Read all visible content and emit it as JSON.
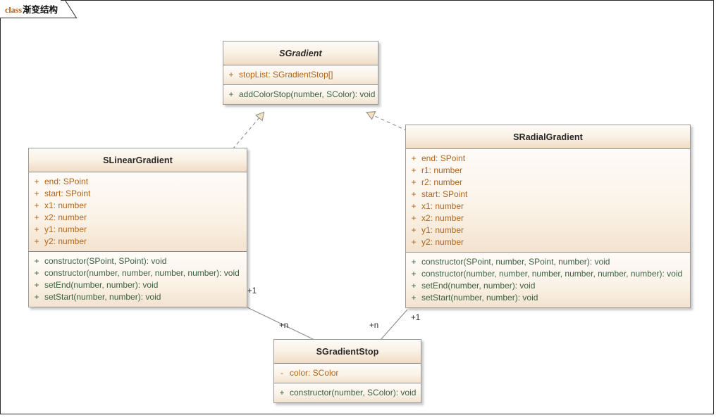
{
  "diagram": {
    "tab_keyword": "class",
    "tab_name": "渐变结构",
    "canvas_bg": "#ffffff",
    "frame_border_color": "#2b2b2b",
    "class_fill": "#fbf3e8",
    "class_header_fill": "#f0dcc4",
    "class_border_color": "#9a9a9a",
    "attribute_text_color": "#b0651a",
    "operation_text_color": "#3b6142",
    "connector_color": "#8c8c8c"
  },
  "classes": {
    "sgradient": {
      "name": "SGradient",
      "stereotype": "abstract",
      "attributes": [
        {
          "visibility": "+",
          "signature": "stopList: SGradientStop[]"
        }
      ],
      "operations": [
        {
          "visibility": "+",
          "signature": "addColorStop(number, SColor): void"
        }
      ]
    },
    "slineargradient": {
      "name": "SLinearGradient",
      "stereotype": "concrete",
      "attributes": [
        {
          "visibility": "+",
          "signature": "end: SPoint"
        },
        {
          "visibility": "+",
          "signature": "start: SPoint"
        },
        {
          "visibility": "+",
          "signature": "x1: number"
        },
        {
          "visibility": "+",
          "signature": "x2: number"
        },
        {
          "visibility": "+",
          "signature": "y1: number"
        },
        {
          "visibility": "+",
          "signature": "y2: number"
        }
      ],
      "operations": [
        {
          "visibility": "+",
          "signature": "constructor(SPoint, SPoint): void"
        },
        {
          "visibility": "+",
          "signature": "constructor(number, number, number, number): void"
        },
        {
          "visibility": "+",
          "signature": "setEnd(number, number): void"
        },
        {
          "visibility": "+",
          "signature": "setStart(number, number): void"
        }
      ]
    },
    "sradialgradient": {
      "name": "SRadialGradient",
      "stereotype": "concrete",
      "attributes": [
        {
          "visibility": "+",
          "signature": "end: SPoint"
        },
        {
          "visibility": "+",
          "signature": "r1: number"
        },
        {
          "visibility": "+",
          "signature": "r2: number"
        },
        {
          "visibility": "+",
          "signature": "start: SPoint"
        },
        {
          "visibility": "+",
          "signature": "x1: number"
        },
        {
          "visibility": "+",
          "signature": "x2: number"
        },
        {
          "visibility": "+",
          "signature": "y1: number"
        },
        {
          "visibility": "+",
          "signature": "y2: number"
        }
      ],
      "operations": [
        {
          "visibility": "+",
          "signature": "constructor(SPoint, number, SPoint, number): void"
        },
        {
          "visibility": "+",
          "signature": "constructor(number, number, number, number, number, number): void"
        },
        {
          "visibility": "+",
          "signature": "setEnd(number, number): void"
        },
        {
          "visibility": "+",
          "signature": "setStart(number, number): void"
        }
      ]
    },
    "sgradientstop": {
      "name": "SGradientStop",
      "stereotype": "concrete",
      "attributes": [
        {
          "visibility": "-",
          "signature": "color: SColor"
        }
      ],
      "operations": [
        {
          "visibility": "+",
          "signature": "constructor(number, SColor): void"
        }
      ]
    }
  },
  "relationships": [
    {
      "kind": "realization",
      "from": "SLinearGradient",
      "to": "SGradient"
    },
    {
      "kind": "realization",
      "from": "SRadialGradient",
      "to": "SGradient"
    },
    {
      "kind": "association",
      "from": "SLinearGradient",
      "to": "SGradientStop",
      "source_multiplicity": "+1",
      "target_multiplicity": "+n"
    },
    {
      "kind": "association",
      "from": "SRadialGradient",
      "to": "SGradientStop",
      "source_multiplicity": "+1",
      "target_multiplicity": "+n"
    }
  ],
  "multiplicity_labels": {
    "linear_end": "+1",
    "linear_stop_end": "+n",
    "radial_stop_end": "+n",
    "radial_end": "+1"
  }
}
